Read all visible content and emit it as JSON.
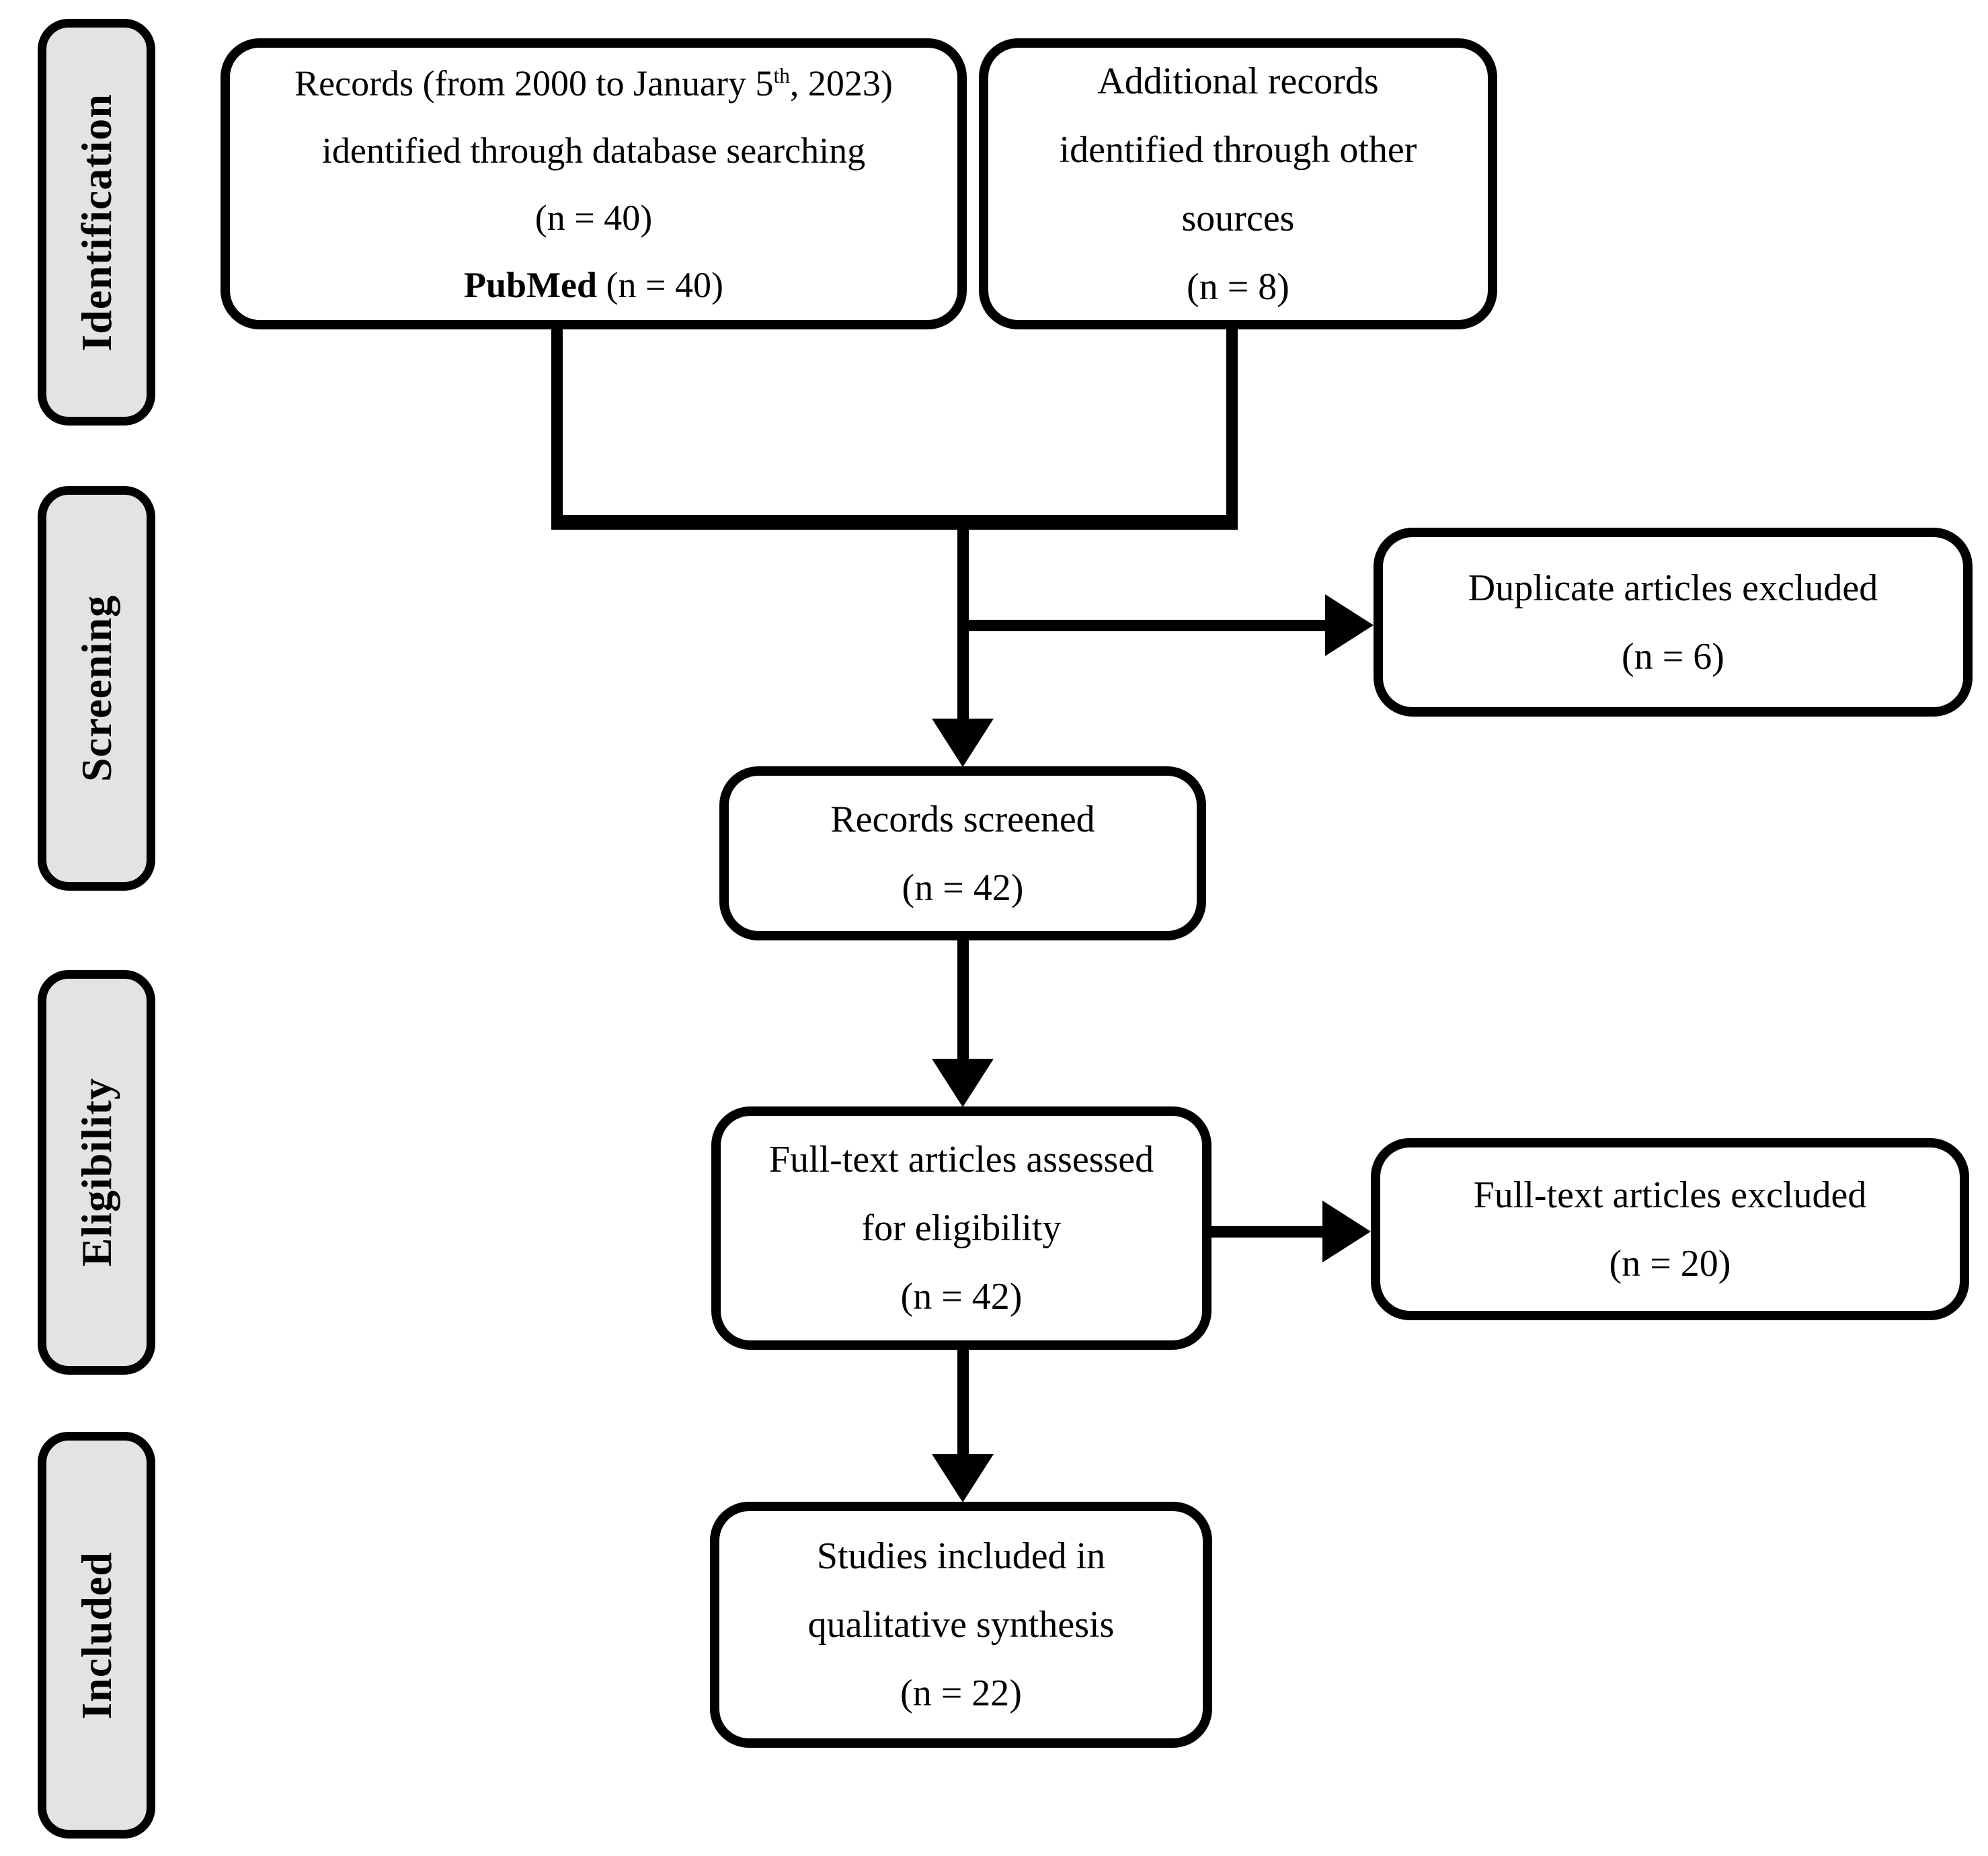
{
  "stages": [
    {
      "label": "Identification"
    },
    {
      "label": "Screening"
    },
    {
      "label": "Eligibility"
    },
    {
      "label": "Included"
    }
  ],
  "boxes": {
    "records_identified": {
      "line1_pre": "Records (from 2000 to January 5",
      "line1_sup": "th",
      "line1_post": ", 2023)",
      "line2": "identified through database searching",
      "line3": "(n = 40)",
      "line4_bold": "PubMed",
      "line4_rest": " (n = 40)"
    },
    "additional_records": {
      "line1": "Additional records",
      "line2": "identified through other",
      "line3": "sources",
      "line4": "(n = 8)"
    },
    "duplicates_excluded": {
      "line1": "Duplicate articles excluded",
      "line2": "(n = 6)"
    },
    "records_screened": {
      "line1": "Records screened",
      "line2": "(n = 42)"
    },
    "fulltext_assessed": {
      "line1": "Full-text articles assessed",
      "line2": "for eligibility",
      "line3": "(n = 42)"
    },
    "fulltext_excluded": {
      "line1": "Full-text articles excluded",
      "line2": "(n = 20)"
    },
    "studies_included": {
      "line1": "Studies included in",
      "line2": "qualitative synthesis",
      "line3": "(n = 22)"
    }
  },
  "colors": {
    "background": "#ffffff",
    "box_fill": "#ffffff",
    "stage_fill": "#e3e3e3",
    "ink": "#000000"
  }
}
